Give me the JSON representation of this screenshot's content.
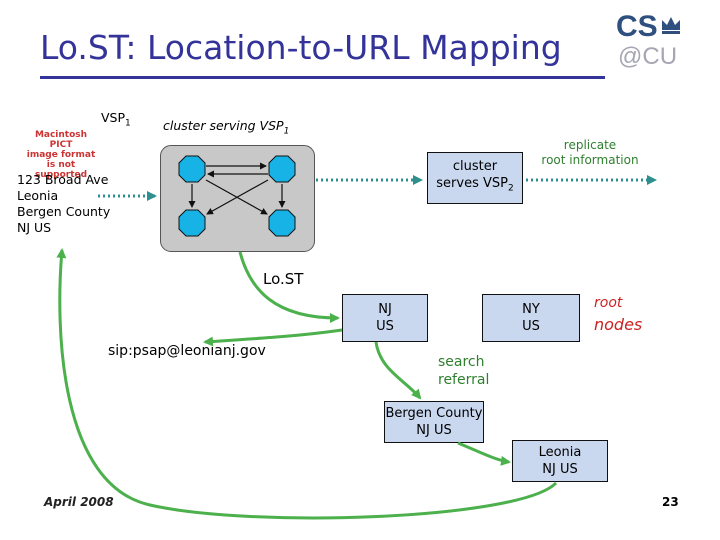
{
  "title": "Lo.ST: Location-to-URL Mapping",
  "logo": {
    "top": "CS",
    "bottom": "@CU"
  },
  "vsp1_label": {
    "main": "VSP",
    "sub": "1"
  },
  "pict_placeholder": [
    "Macintosh PICT",
    "image format",
    "is not supported"
  ],
  "cluster_serving": {
    "main": "cluster serving VSP",
    "sub": "1"
  },
  "address": [
    "123 Broad Ave",
    "Leonia",
    "Bergen County",
    "NJ US"
  ],
  "cluster_serves": {
    "line1": "cluster",
    "line2_main": "serves VSP",
    "line2_sub": "2"
  },
  "replicate": [
    "replicate",
    "root information"
  ],
  "lost_label": "Lo.ST",
  "root_nodes": {
    "line1": "root",
    "line2": "nodes"
  },
  "nodes": {
    "nj": [
      "NJ",
      "US"
    ],
    "ny": [
      "NY",
      "US"
    ],
    "bergen": [
      "Bergen County",
      "NJ US"
    ],
    "leonia": [
      "Leonia",
      "NJ US"
    ]
  },
  "sip_uri": "sip:psap@leonianj.gov",
  "search_referral": [
    "search",
    "referral"
  ],
  "footer_date": "April 2008",
  "page_number": "23",
  "colors": {
    "title": "#333399",
    "arrow_green": "#4cb04c",
    "dotted_teal": "#2f8f8f",
    "node_fill": "#c9d7ef",
    "octagon": "#17b3e6"
  }
}
